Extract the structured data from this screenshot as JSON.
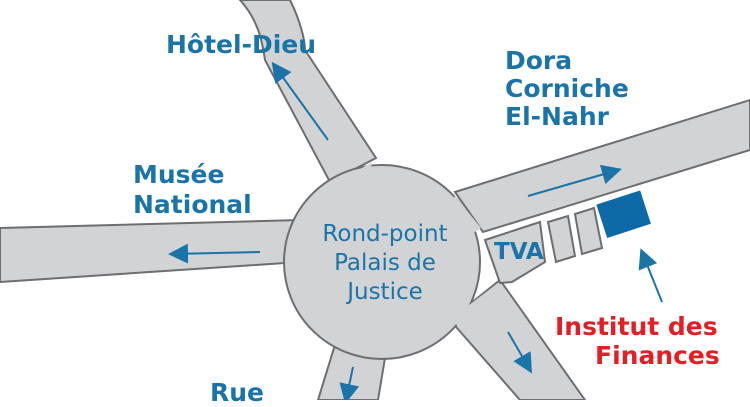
{
  "colors": {
    "road": "#d1d3d4",
    "road_edge": "#6d6e71",
    "label_blue": "#1a74a8",
    "arrow": "#1a74a8",
    "building": "#0e6aa6",
    "highlight_red": "#e31e24",
    "background": "#ffffff"
  },
  "labels": {
    "hotel_dieu": "Hôtel-Dieu",
    "dora_line1": "Dora",
    "dora_line2": "Corniche",
    "dora_line3": "El-Nahr",
    "musee_line1": "Musée",
    "musee_line2": "National",
    "roundabout_line1": "Rond-point",
    "roundabout_line2": "Palais de",
    "roundabout_line3": "Justice",
    "tva": "TVA",
    "institut_line1": "Institut des",
    "institut_line2": "Finances",
    "rue": "Rue"
  },
  "icons": {
    "arrow": "arrow-icon",
    "building": "building-icon"
  }
}
